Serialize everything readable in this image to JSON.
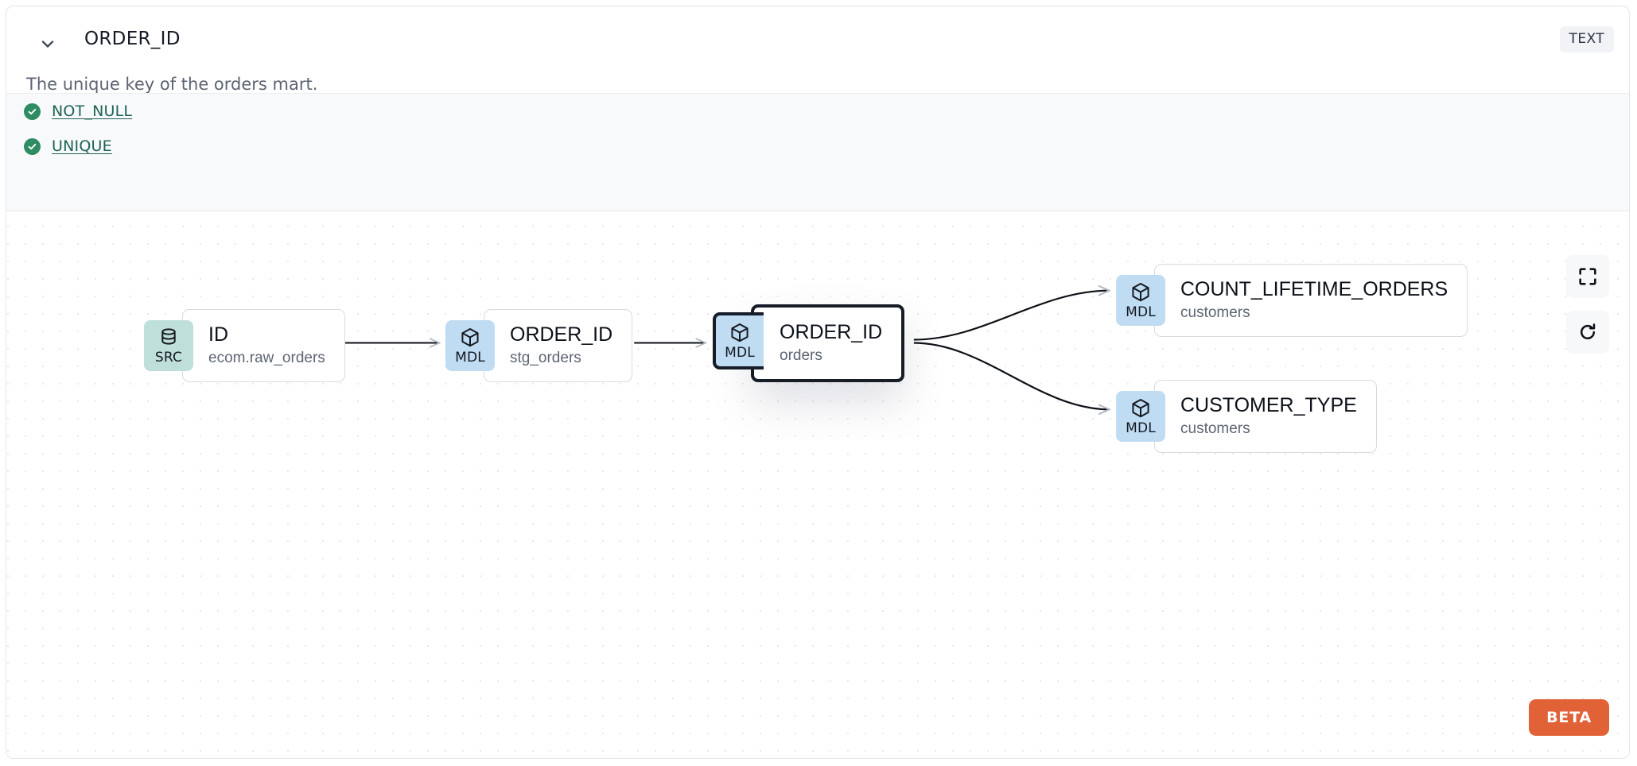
{
  "header": {
    "collapse_icon": "chevron-down-icon",
    "title": "ORDER_ID",
    "type_badge": "TEXT",
    "description": "The unique key of the orders mart."
  },
  "tests": {
    "items": [
      {
        "label": "NOT_NULL",
        "status": "passed",
        "status_icon": "check-circle-icon"
      },
      {
        "label": "UNIQUE",
        "status": "passed",
        "status_icon": "check-circle-icon"
      }
    ]
  },
  "lineage": {
    "nodes": [
      {
        "id": "src-id",
        "badge": "SRC",
        "badge_icon": "database-icon",
        "name": "ID",
        "source": "ecom.raw_orders",
        "selected": false
      },
      {
        "id": "stg-order-id",
        "badge": "MDL",
        "badge_icon": "cube-icon",
        "name": "ORDER_ID",
        "source": "stg_orders",
        "selected": false
      },
      {
        "id": "orders-order-id",
        "badge": "MDL",
        "badge_icon": "cube-icon",
        "name": "ORDER_ID",
        "source": "orders",
        "selected": true
      },
      {
        "id": "count-lifetime-orders",
        "badge": "MDL",
        "badge_icon": "cube-icon",
        "name": "COUNT_LIFETIME_ORDERS",
        "source": "customers",
        "selected": false
      },
      {
        "id": "customer-type",
        "badge": "MDL",
        "badge_icon": "cube-icon",
        "name": "CUSTOMER_TYPE",
        "source": "customers",
        "selected": false
      }
    ],
    "edges": [
      {
        "from": "src-id",
        "to": "stg-order-id"
      },
      {
        "from": "stg-order-id",
        "to": "orders-order-id"
      },
      {
        "from": "orders-order-id",
        "to": "count-lifetime-orders"
      },
      {
        "from": "orders-order-id",
        "to": "customer-type"
      }
    ],
    "controls": [
      {
        "name": "fit-view",
        "icon": "fullscreen-icon"
      },
      {
        "name": "reset-view",
        "icon": "refresh-icon"
      }
    ],
    "beta_badge": "BETA"
  },
  "colors": {
    "src_badge_bg": "#bfe0da",
    "mdl_badge_bg": "#bfdcf3",
    "test_pass": "#2e8b62",
    "test_link": "#1f6355",
    "beta_bg": "#e26237",
    "selected_border": "#161c28"
  }
}
